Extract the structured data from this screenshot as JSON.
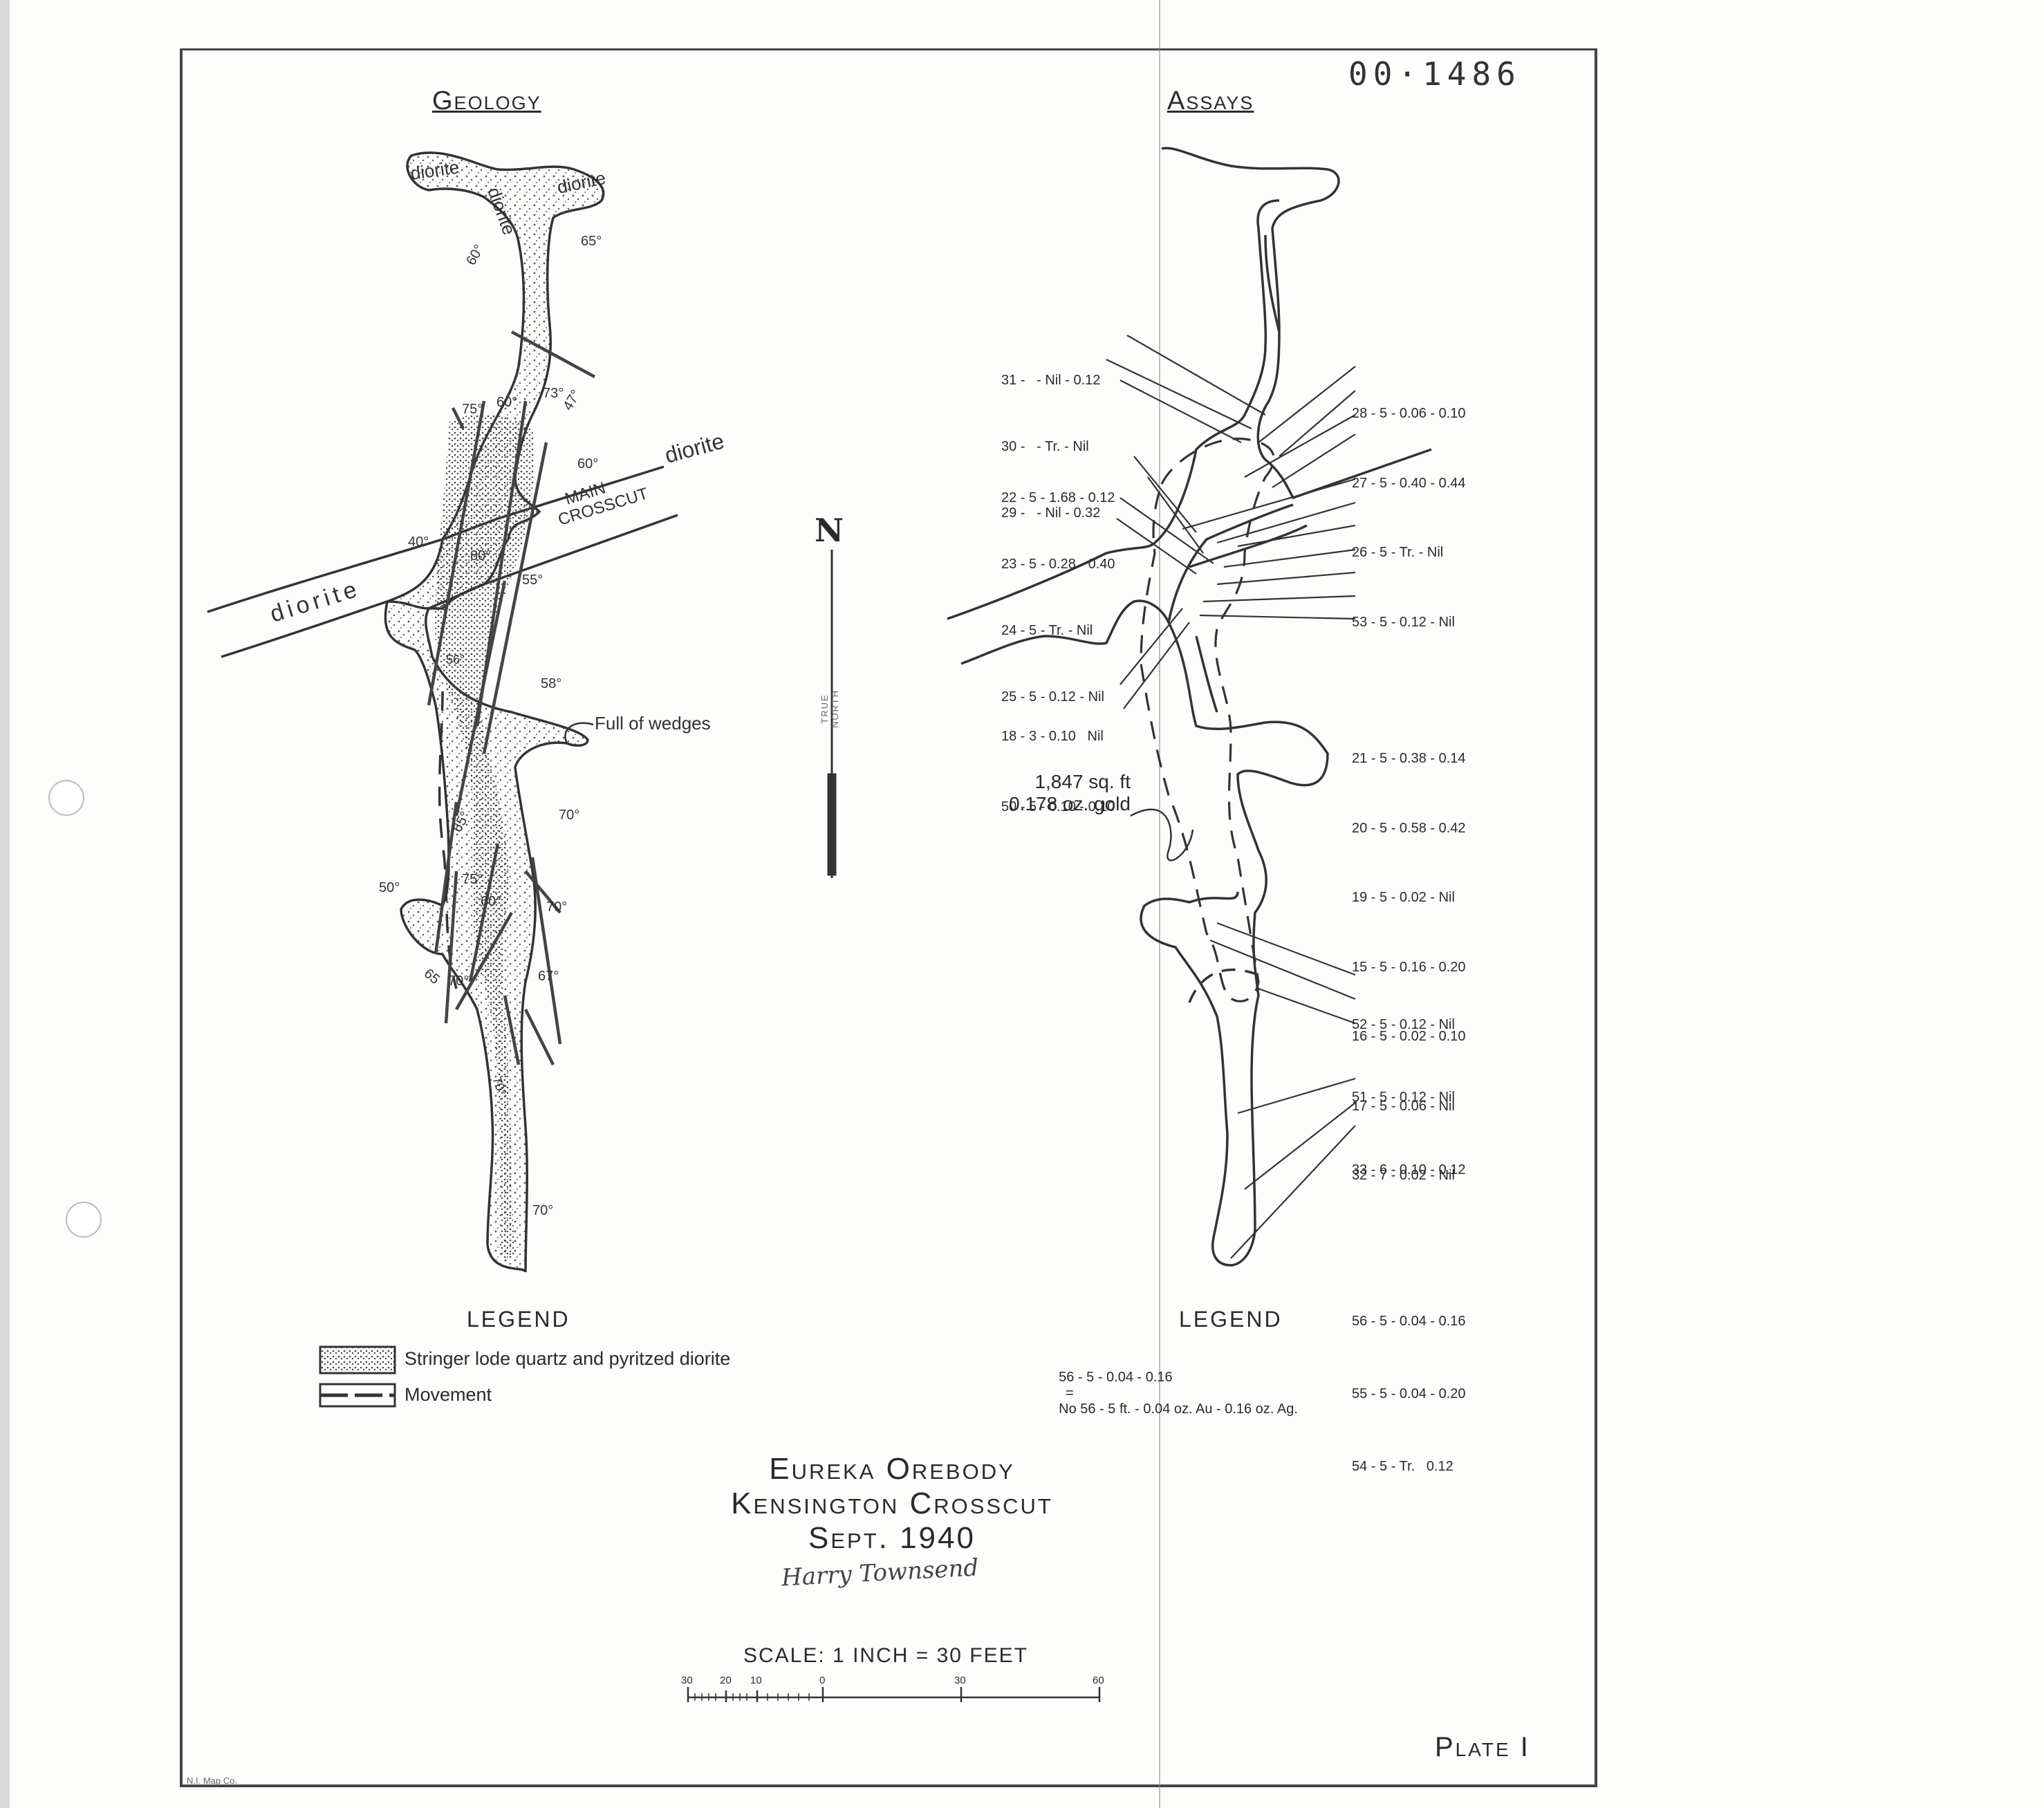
{
  "document_number": "00·1486",
  "geology": {
    "heading": "Geology",
    "labels": {
      "diorite_nw": "diorite",
      "diorite_center": "diorite",
      "diorite_ne": "diorite",
      "diorite_east": "diorite",
      "diorite_west": "diorite",
      "main_crosscut_1": "MAIN",
      "main_crosscut_2": "CROSSCUT",
      "full_of_wedges": "Full of wedges"
    },
    "dips": [
      "60°",
      "65°",
      "47°",
      "75°",
      "60°",
      "73°",
      "60°",
      "40°",
      "80°",
      "55°",
      "58°",
      "56°",
      "65°",
      "70°",
      "75°",
      "60°",
      "70°",
      "50°",
      "65",
      "70°",
      "67°",
      "70°",
      "70°"
    ]
  },
  "assays": {
    "heading": "Assays",
    "left_entries": [
      "31 -   - Nil - 0.12",
      "30 -   - Tr. - Nil",
      "29 -   - Nil - 0.32",
      "22 - 5 - 1.68 - 0.12",
      "23 - 5 - 0.28 - 0.40",
      "24 - 5 - Tr. - Nil",
      "25 - 5 - 0.12 - Nil",
      "18 - 3 - 0.10   Nil",
      "50 - 5 - 0.10 - 0.10"
    ],
    "right_entries_upper": [
      "28 - 5 - 0.06 - 0.10",
      "27 - 5 - 0.40 - 0.44",
      "26 - 5 - Tr. - Nil",
      "53 - 5 - 0.12 - Nil",
      "21 - 5 - 0.38 - 0.14",
      "20 - 5 - 0.58 - 0.42",
      "19 - 5 - 0.02 - Nil",
      "15 - 5 - 0.16 - 0.20",
      "16 - 5 - 0.02 - 0.10",
      "17 - 5 - 0.06 - Nil",
      "32 - 7 - 0.02 - Nil"
    ],
    "right_entries_lower": [
      "52 - 5 - 0.12 - Nil",
      "51 - 5 - 0.12 - Nil",
      "33 - 6 - 0.10 - 0.12",
      "56 - 5 - 0.04 - 0.16",
      "55 - 5 - 0.04 - 0.20",
      "54 - 5 - Tr.   0.12"
    ],
    "area_note_1": "1,847 sq. ft",
    "area_note_2": "0.178 oz. gold"
  },
  "north_arrow": {
    "letter": "N",
    "caption": "TRUE NORTH"
  },
  "geology_legend": {
    "heading": "LEGEND",
    "items": [
      "Stringer lode quartz and pyritzed diorite",
      "Movement"
    ]
  },
  "assay_legend": {
    "heading": "LEGEND",
    "example_key": "56 - 5 - 0.04 - 0.16",
    "equals": "=",
    "example_value": "No 56 - 5 ft. - 0.04 oz. Au - 0.16 oz. Ag."
  },
  "title": {
    "line1": "Eureka Orebody",
    "line2": "Kensington Crosscut",
    "line3": "Sept. 1940",
    "signature": "Harry Townsend"
  },
  "scale": {
    "label": "SCALE: 1 INCH = 30 FEET",
    "ticks": [
      "30",
      "20",
      "10",
      "0",
      "30",
      "60"
    ]
  },
  "plate": "Plate I",
  "printer_mark": "N.I. Map Co."
}
